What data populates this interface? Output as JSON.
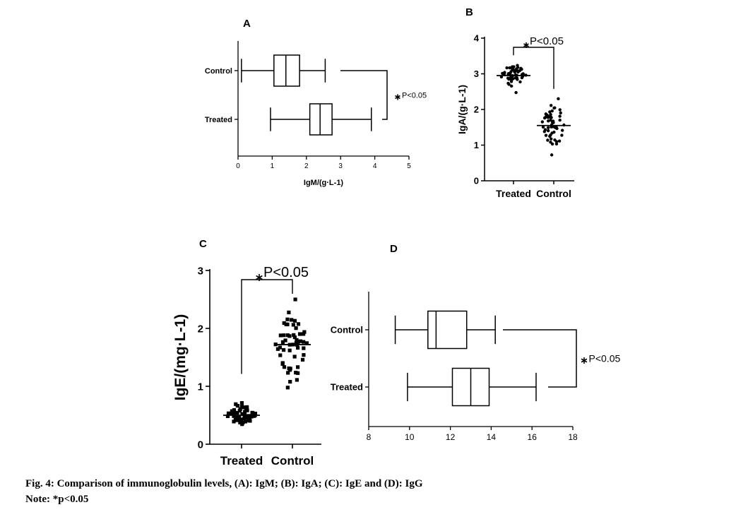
{
  "caption": {
    "line1": "Fig. 4: Comparison of immunoglobulin levels, (A): IgM; (B): IgA; (C): IgE and (D): IgG",
    "line2": "Note: *p<0.05"
  },
  "chart_data": [
    {
      "panel": "A",
      "type": "box",
      "orientation": "horizontal",
      "xlabel": "IgM/(g·L-1)",
      "xlim": [
        0,
        5
      ],
      "xticks": [
        0,
        1,
        2,
        3,
        4,
        5
      ],
      "categories": [
        "Control",
        "Treated"
      ],
      "boxes": [
        {
          "label": "Control",
          "min": 0.1,
          "q1": 1.05,
          "median": 1.4,
          "q3": 1.8,
          "max": 2.55
        },
        {
          "label": "Treated",
          "min": 0.95,
          "q1": 2.1,
          "median": 2.4,
          "q3": 2.75,
          "max": 3.9
        }
      ],
      "annotation": "P<0.05",
      "annotation_mark": "*"
    },
    {
      "panel": "B",
      "type": "scatter",
      "ylabel": "IgA/(g·L-1)",
      "ylim": [
        0,
        4
      ],
      "yticks": [
        0,
        1,
        2,
        3,
        4
      ],
      "categories": [
        "Treated",
        "Control"
      ],
      "groups": [
        {
          "label": "Treated",
          "n": 50,
          "mean": 2.95,
          "spread": 0.18,
          "min": 2.4,
          "max": 3.4
        },
        {
          "label": "Control",
          "n": 55,
          "mean": 1.55,
          "spread": 0.35,
          "min": 0.65,
          "max": 2.3
        }
      ],
      "annotation": "P<0.05",
      "annotation_mark": "*"
    },
    {
      "panel": "C",
      "type": "scatter",
      "ylabel": "IgE/(mg·L-1)",
      "ylim": [
        0,
        3
      ],
      "yticks": [
        0,
        1,
        2,
        3
      ],
      "categories": [
        "Treated",
        "Control"
      ],
      "groups": [
        {
          "label": "Treated",
          "n": 50,
          "mean": 0.5,
          "spread": 0.09,
          "min": 0.3,
          "max": 0.75
        },
        {
          "label": "Control",
          "n": 55,
          "mean": 1.72,
          "spread": 0.33,
          "min": 0.9,
          "max": 2.5
        }
      ],
      "annotation": "P<0.05",
      "annotation_mark": "*"
    },
    {
      "panel": "D",
      "type": "box",
      "orientation": "horizontal",
      "xlabel": "",
      "xlim": [
        8,
        18
      ],
      "xticks": [
        8,
        10,
        12,
        14,
        16,
        18
      ],
      "categories": [
        "Control",
        "Treated"
      ],
      "boxes": [
        {
          "label": "Control",
          "min": 9.3,
          "q1": 10.9,
          "median": 11.3,
          "q3": 12.8,
          "max": 14.2
        },
        {
          "label": "Treated",
          "min": 9.9,
          "q1": 12.1,
          "median": 13.0,
          "q3": 13.9,
          "max": 16.2
        }
      ],
      "annotation": "P<0.05",
      "annotation_mark": "*"
    }
  ]
}
